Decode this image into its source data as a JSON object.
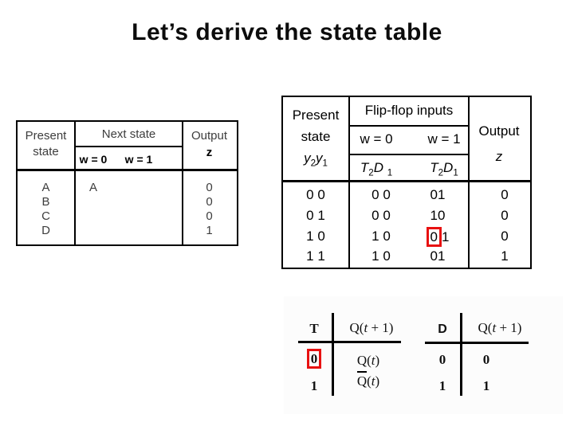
{
  "title": "Let’s derive the state table",
  "colors": {
    "highlight_box": "#e81111",
    "table_lines": "#000000",
    "state_table_text": "#3d3d3d"
  },
  "state_table": {
    "present_header": [
      "Present",
      "state"
    ],
    "next_state_header": "Next state",
    "w_headers": [
      "w = 0",
      "w = 1"
    ],
    "output_header": "Output",
    "output_symbol": "z",
    "rows": [
      {
        "present": "A",
        "w0": "A",
        "w1": "",
        "z": "0"
      },
      {
        "present": "B",
        "w0": "",
        "w1": "",
        "z": "0"
      },
      {
        "present": "C",
        "w0": "",
        "w1": "",
        "z": "0"
      },
      {
        "present": "D",
        "w0": "",
        "w1": "",
        "z": "1"
      }
    ]
  },
  "excitation_table": {
    "present_header": [
      "Present",
      "state"
    ],
    "y_label": {
      "b1": "y",
      "s1": "2",
      "b2": "y",
      "s2": "1"
    },
    "span_header": "Flip-flop inputs",
    "w_headers": [
      "w = 0",
      "w = 1"
    ],
    "ff_label": {
      "b1": "T",
      "s1": "2",
      "b2": "D",
      "s2": "1"
    },
    "output_header": "Output",
    "output_symbol": "z",
    "rows": [
      {
        "present": "0 0",
        "w0": "0 0",
        "w1": "01",
        "z": "0"
      },
      {
        "present": "0 1",
        "w0": "0 0",
        "w1": "10",
        "z": "0"
      },
      {
        "present": "1 0",
        "w0": "1 0",
        "w1_boxed": "0",
        "w1_rest": "1",
        "z": "0"
      },
      {
        "present": "1 1",
        "w0": "1 0",
        "w1": "01",
        "z": "1"
      }
    ]
  },
  "t_ff_table": {
    "input_header": "T",
    "next_header": {
      "pre": "Q(",
      "t": "t",
      "post": " + 1)"
    },
    "rows": [
      {
        "input": "0",
        "q_pre": "Q(",
        "q_t": "t",
        "q_post": ")"
      },
      {
        "input": "1",
        "q_bar": "Q",
        "q_pre": "(",
        "q_t": "t",
        "q_post": ")"
      }
    ]
  },
  "d_ff_table": {
    "input_header": "D",
    "next_header": {
      "pre": "Q(",
      "t": "t",
      "post": " + 1)"
    },
    "rows": [
      {
        "input": "0",
        "next": "0"
      },
      {
        "input": "1",
        "next": "1"
      }
    ]
  }
}
